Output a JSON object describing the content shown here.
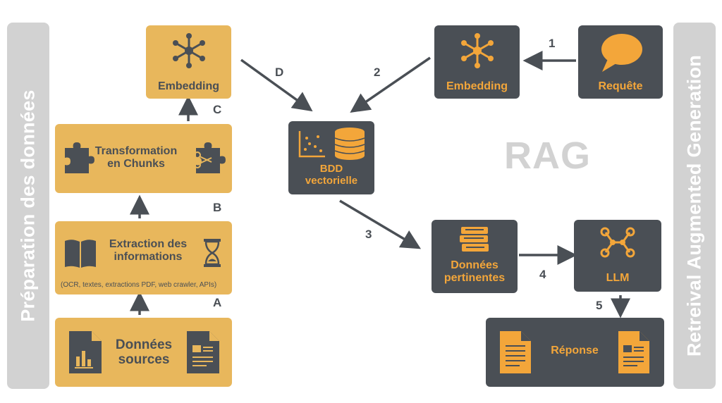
{
  "left_banner": "Préparation des données",
  "right_banner": "Retreival Augmented Generation",
  "center_title": "RAG",
  "boxes": {
    "donnees_sources": "Données\nsources",
    "extraction": "Extraction des\ninformations",
    "extraction_sub": "(OCR, textes, extractions PDF, web crawler, APIs)",
    "transformation": "Transformation\nen Chunks",
    "embedding_left": "Embedding",
    "bdd": "BDD\nvectorielle",
    "embedding_right": "Embedding",
    "requete": "Requête",
    "donnees_pertinentes": "Données\npertinentes",
    "llm": "LLM",
    "reponse": "Réponse"
  },
  "steps": {
    "a": "A",
    "b": "B",
    "c": "C",
    "d": "D",
    "s1": "1",
    "s2": "2",
    "s3": "3",
    "s4": "4",
    "s5": "5"
  },
  "colors": {
    "yellow": "#e8b75c",
    "dark": "#4a4f55",
    "orange": "#f3a63a",
    "gray": "#d2d2d2"
  }
}
